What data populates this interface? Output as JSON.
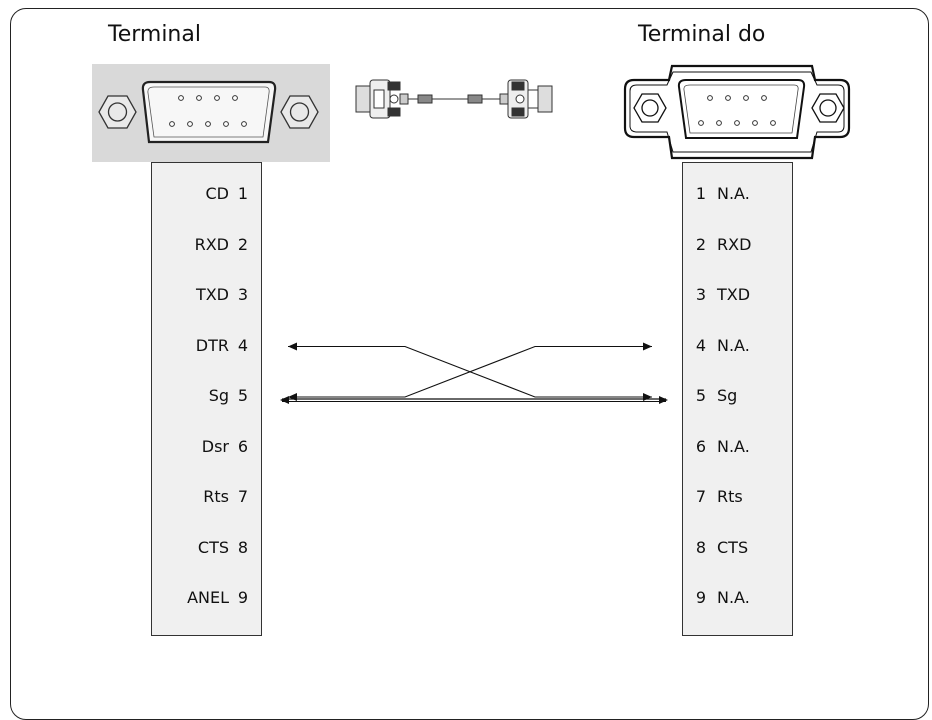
{
  "left_title": "Terminal",
  "right_title": "Terminal do",
  "left_pins": [
    {
      "num": "1",
      "signal": "CD"
    },
    {
      "num": "2",
      "signal": "RXD"
    },
    {
      "num": "3",
      "signal": "TXD"
    },
    {
      "num": "4",
      "signal": "DTR"
    },
    {
      "num": "5",
      "signal": "Sg"
    },
    {
      "num": "6",
      "signal": "Dsr"
    },
    {
      "num": "7",
      "signal": "Rts"
    },
    {
      "num": "8",
      "signal": "CTS"
    },
    {
      "num": "9",
      "signal": "ANEL"
    }
  ],
  "right_pins": [
    {
      "num": "1",
      "signal": "N.A."
    },
    {
      "num": "2",
      "signal": "RXD"
    },
    {
      "num": "3",
      "signal": "TXD"
    },
    {
      "num": "4",
      "signal": "N.A."
    },
    {
      "num": "5",
      "signal": "Sg"
    },
    {
      "num": "6",
      "signal": "N.A."
    },
    {
      "num": "7",
      "signal": "Rts"
    },
    {
      "num": "8",
      "signal": "CTS"
    },
    {
      "num": "9",
      "signal": "N.A."
    }
  ],
  "connections": [
    {
      "from_pin": "4",
      "to_pin": "5",
      "left_arrow": true,
      "right_arrow": true
    },
    {
      "from_pin": "5",
      "to_pin": "4",
      "left_arrow": true,
      "right_arrow": true
    },
    {
      "from_pin": "5",
      "to_pin": "5",
      "left_arrow": true,
      "right_arrow": true
    }
  ],
  "icons": {
    "left_connector": "db9-male-connector-icon",
    "right_connector": "db9-female-connector-icon",
    "cable": "serial-cable-icon"
  },
  "colors": {
    "panel_gray": "#d9d9d9",
    "column_fill": "#f0f0f0",
    "stroke": "#222222"
  }
}
